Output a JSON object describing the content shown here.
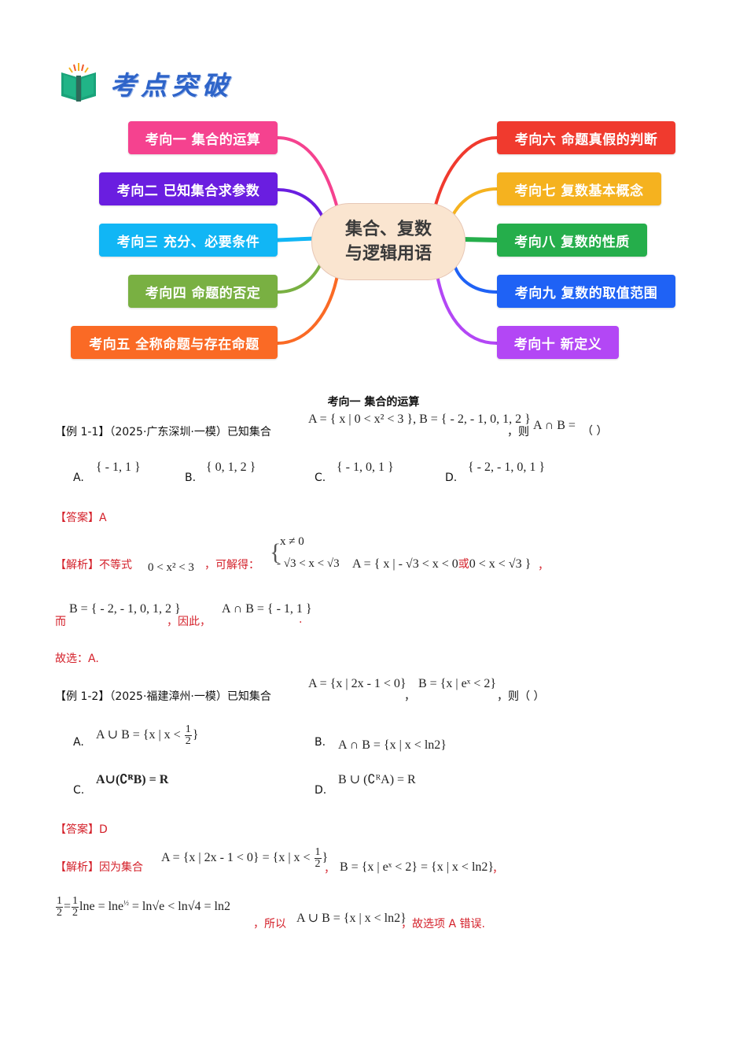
{
  "header": {
    "logo_icon": "open-book-icon",
    "title": "考点突破"
  },
  "mindmap": {
    "center": {
      "line1": "集合、复数",
      "line2": "与逻辑用语",
      "bg": "#fae5d0"
    },
    "left": [
      {
        "label": "考向一 集合的运算",
        "color": "#f5428f"
      },
      {
        "label": "考向二 已知集合求参数",
        "color": "#6a1ee0"
      },
      {
        "label": "考向三 充分、必要条件",
        "color": "#11b6f5"
      },
      {
        "label": "考向四 命题的否定",
        "color": "#79b042"
      },
      {
        "label": "考向五 全称命题与存在命题",
        "color": "#fa6a25"
      }
    ],
    "right": [
      {
        "label": "考向六 命题真假的判断",
        "color": "#f03a2e"
      },
      {
        "label": "考向七 复数基本概念",
        "color": "#f5b21f"
      },
      {
        "label": "考向八 复数的性质",
        "color": "#25ae4b"
      },
      {
        "label": "考向九 复数的取值范围",
        "color": "#1f62f5"
      },
      {
        "label": "考向十 新定义",
        "color": "#b347f5"
      }
    ]
  },
  "section": {
    "title": "考向一  集合的运算"
  },
  "example1": {
    "tag": "【例 1-1】",
    "source": "（2025·广东深圳·一模）已知集合",
    "setA": "A = { x | 0 < x² < 3 }",
    "setB": ", B = { - 2, - 1, 0, 1, 2 }",
    "then": "，则",
    "question": "A ∩ B =",
    "blank": "（    ）",
    "options": [
      {
        "letter": "A.",
        "value": "{ - 1, 1 }"
      },
      {
        "letter": "B.",
        "value": "{ 0, 1, 2 }"
      },
      {
        "letter": "C.",
        "value": "{ - 1, 0, 1 }"
      },
      {
        "letter": "D.",
        "value": "{ - 2, - 1, 0, 1 }"
      }
    ],
    "answer_tag": "【答案】",
    "answer": "A",
    "analysis_tag": "【解析】",
    "analysis_p1": "不等式",
    "ineq": "0 < x² < 3",
    "solve_text": "，可解得：",
    "system_line1": "x ≠ 0",
    "system_line2": "- √3 < x < √3",
    "setA_result_pre": "A = { x | - √3 < x < 0",
    "or": "或",
    "setA_result_post": "0 < x < √3 }",
    "comma": "，",
    "while": "而",
    "setB_again": "B = { - 2, - 1, 0, 1, 2 }",
    "therefore": "，因此，",
    "result": "A ∩ B = { - 1, 1 }",
    "period": ".",
    "choose": "故选：A."
  },
  "example2": {
    "tag": "【例 1-2】",
    "source": "（2025·福建漳州·一模）已知集合",
    "setA": "A = {x | 2x - 1 < 0}",
    "sep": "，",
    "setB": "B = {x | eˣ < 2}",
    "then": "，则（        ）",
    "options": [
      {
        "letter": "A.",
        "value_pre": "A ∪ B = {x | x <",
        "num": "1",
        "den": "2",
        "value_post": "}"
      },
      {
        "letter": "B.",
        "value": "A ∩ B = {x | x < ln2}"
      },
      {
        "letter": "C.",
        "value": "A∪(∁ᴿB) = R"
      },
      {
        "letter": "D.",
        "value": "B ∪ (∁ᴿA) = R"
      }
    ],
    "answer_tag": "【答案】",
    "answer": "D",
    "analysis_tag": "【解析】",
    "analysis_p1": "因为集合",
    "setA_expr_pre": "A = {x | 2x - 1 < 0} = {x | x <",
    "setA_num": "1",
    "setA_den": "2",
    "setA_expr_post": "}",
    "comma1": "，",
    "setB_expr": "B = {x | eˣ < 2} = {x | x < ln2}",
    "comma2": "，",
    "chain_num1": "1",
    "chain_den1": "2",
    "chain_eq": "=",
    "chain_num2": "1",
    "chain_den2": "2",
    "chain_rest1": "lne = lne",
    "chain_exp": "½",
    "chain_rest2": " = ln√e < ln√4 = ln2",
    "so": "，所以",
    "union_result": "A ∪ B = {x | x < ln2}",
    "conclusion": "，故选项 A 错误."
  }
}
